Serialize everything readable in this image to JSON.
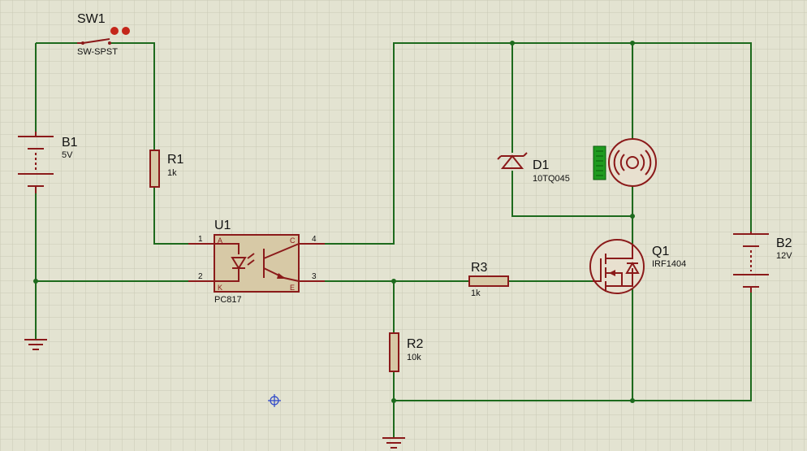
{
  "components": {
    "sw1": {
      "ref": "SW1",
      "value": "SW-SPST"
    },
    "b1": {
      "ref": "B1",
      "value": "5V"
    },
    "r1": {
      "ref": "R1",
      "value": "1k"
    },
    "u1": {
      "ref": "U1",
      "value": "PC817",
      "pins": {
        "p1": "1",
        "p2": "2",
        "p3": "3",
        "p4": "4"
      },
      "pin_labels": {
        "a": "A",
        "k": "K",
        "c": "C",
        "e": "E"
      }
    },
    "r2": {
      "ref": "R2",
      "value": "10k"
    },
    "r3": {
      "ref": "R3",
      "value": "1k"
    },
    "d1": {
      "ref": "D1",
      "value": "10TQ045"
    },
    "q1": {
      "ref": "Q1",
      "value": "IRF1404"
    },
    "b2": {
      "ref": "B2",
      "value": "12V"
    }
  },
  "colors": {
    "background": "#e3e3d1",
    "grid": "#c9c9b5",
    "wire": "#1d6a1d",
    "component": "#8b1a1a",
    "probe": "#1f9b1f"
  }
}
